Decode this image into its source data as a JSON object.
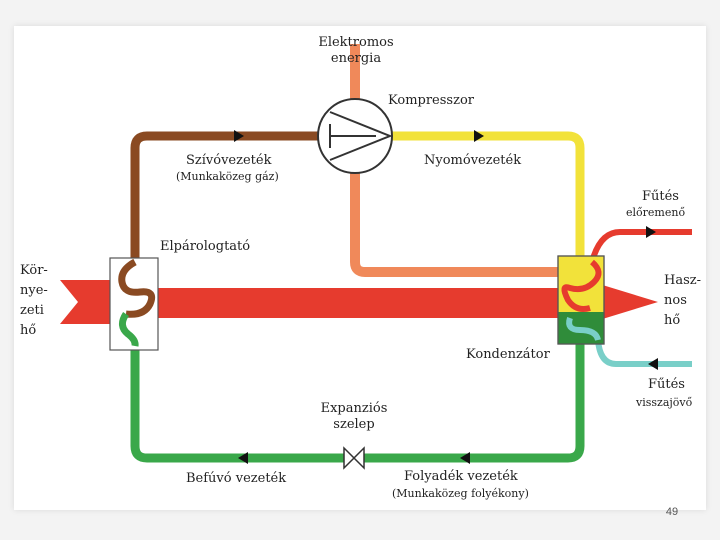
{
  "labels": {
    "electric_energy": [
      "Elektromos",
      "energia"
    ],
    "compressor": "Kompresszor",
    "suction_line": "Szívóvezeték",
    "suction_line_sub": "(Munkaközeg gáz)",
    "pressure_line": "Nyomóvezeték",
    "heating_supply": "Fűtés",
    "heating_supply_sub": "előremenő",
    "evaporator": "Elpárologtató",
    "ambient_heat": [
      "Kör-",
      "nye-",
      "zeti",
      "hő"
    ],
    "useful_heat": [
      "Hasz-",
      "nos",
      "hő"
    ],
    "condenser": "Kondenzátor",
    "heating_return": "Fűtés",
    "heating_return_sub": "visszajövő",
    "expansion_valve": [
      "Expanziós",
      "szelep"
    ],
    "injection_line": "Befúvó vezeték",
    "liquid_line": "Folyadék vezeték",
    "liquid_line_sub": "(Munkaközeg folyékony)"
  },
  "page_number": "49",
  "colors": {
    "brown": "#8a4a22",
    "yellow": "#f2e23a",
    "orange": "#f0895a",
    "red": "#e63b2e",
    "green": "#3aa84a",
    "cyan": "#79cfc8",
    "dark_green": "#2f8c3a"
  }
}
